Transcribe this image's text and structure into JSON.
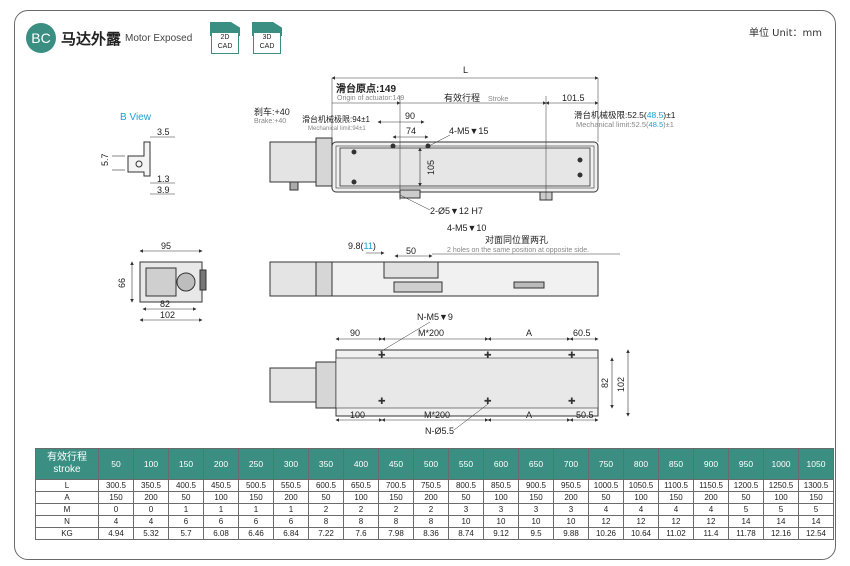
{
  "header": {
    "badge": "BC",
    "title_cn": "马达外露",
    "title_en": "Motor Exposed",
    "cad2d": "2D\nCAD",
    "cad2d_a": "2D",
    "cad3d_a": "3D",
    "cad_b": "CAD",
    "unit": "单位 Unit：mm"
  },
  "drawing": {
    "b_view": "B View",
    "origin_cn": "滑台原点:149",
    "origin_en": "Origin of actuator:149",
    "stroke_cn": "有效行程",
    "stroke_en": "Stroke",
    "L": "L",
    "d101": "101.5",
    "brake_cn": "刹车:+40",
    "brake_en": "Brake:+40",
    "mech_left_cn": "滑台机械极限:94±1",
    "mech_left_en": "Mechanical limit:94±1",
    "mech_right_cn": "滑台机械极限:52.5(",
    "mech_right_blue": "48.5",
    "mech_right_end": ")±1",
    "mech_right_en": "Mechanical limit:52.5(",
    "mech_right_en_end": ")±1",
    "d90": "90",
    "d74": "74",
    "m5x15": "4-M5▼15",
    "d105": "105",
    "pin": "2-Ø5▼12 H7",
    "m5x10": "4-M5▼10",
    "opp_cn": "对面同位置两孔",
    "opp_en": "2 holes on the same position at opposite side.",
    "d9_8": "9.8(",
    "d11": "11",
    "d9_8end": ")",
    "d50": "50",
    "d3_5": "3.5",
    "d5_7": "5.7",
    "d1_3": "1.3",
    "d3_9": "3.9",
    "d95": "95",
    "d66": "66",
    "d82": "82",
    "d102": "102",
    "nm5": "N-M5▼9",
    "t90": "90",
    "tm200": "M*200",
    "tA": "A",
    "t60_5": "60.5",
    "b100": "100",
    "bm200": "M*200",
    "bA": "A",
    "b50_5": "50.5",
    "n5_5": "N-Ø5.5",
    "v82": "82",
    "v102": "102"
  },
  "table": {
    "head_cn": "有效行程",
    "head_en": "stroke",
    "strokes": [
      "50",
      "100",
      "150",
      "200",
      "250",
      "300",
      "350",
      "400",
      "450",
      "500",
      "550",
      "600",
      "650",
      "700",
      "750",
      "800",
      "850",
      "900",
      "950",
      "1000",
      "1050"
    ],
    "rows": [
      {
        "label": "L",
        "values": [
          "300.5",
          "350.5",
          "400.5",
          "450.5",
          "500.5",
          "550.5",
          "600.5",
          "650.5",
          "700.5",
          "750.5",
          "800.5",
          "850.5",
          "900.5",
          "950.5",
          "1000.5",
          "1050.5",
          "1100.5",
          "1150.5",
          "1200.5",
          "1250.5",
          "1300.5"
        ]
      },
      {
        "label": "A",
        "values": [
          "150",
          "200",
          "50",
          "100",
          "150",
          "200",
          "50",
          "100",
          "150",
          "200",
          "50",
          "100",
          "150",
          "200",
          "50",
          "100",
          "150",
          "200",
          "50",
          "100",
          "150"
        ]
      },
      {
        "label": "M",
        "values": [
          "0",
          "0",
          "1",
          "1",
          "1",
          "1",
          "2",
          "2",
          "2",
          "2",
          "3",
          "3",
          "3",
          "3",
          "4",
          "4",
          "4",
          "4",
          "5",
          "5",
          "5"
        ]
      },
      {
        "label": "N",
        "values": [
          "4",
          "4",
          "6",
          "6",
          "6",
          "6",
          "8",
          "8",
          "8",
          "8",
          "10",
          "10",
          "10",
          "10",
          "12",
          "12",
          "12",
          "12",
          "14",
          "14",
          "14"
        ]
      },
      {
        "label": "KG",
        "values": [
          "4.94",
          "5.32",
          "5.7",
          "6.08",
          "6.46",
          "6.84",
          "7.22",
          "7.6",
          "7.98",
          "8.36",
          "8.74",
          "9.12",
          "9.5",
          "9.88",
          "10.26",
          "10.64",
          "11.02",
          "11.4",
          "11.78",
          "12.16",
          "12.54"
        ]
      }
    ]
  }
}
